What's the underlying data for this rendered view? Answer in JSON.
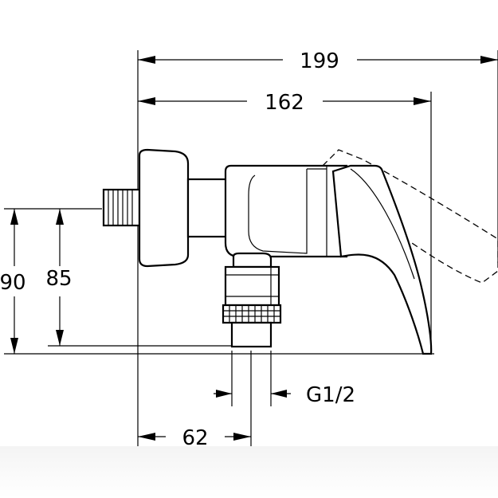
{
  "dimensions": {
    "overall_width": "199",
    "inner_width": "162",
    "height_total": "90",
    "height_outlet": "85",
    "offset": "62",
    "thread": "G1/2"
  },
  "colors": {
    "line": "#000000",
    "background": "#ffffff"
  }
}
